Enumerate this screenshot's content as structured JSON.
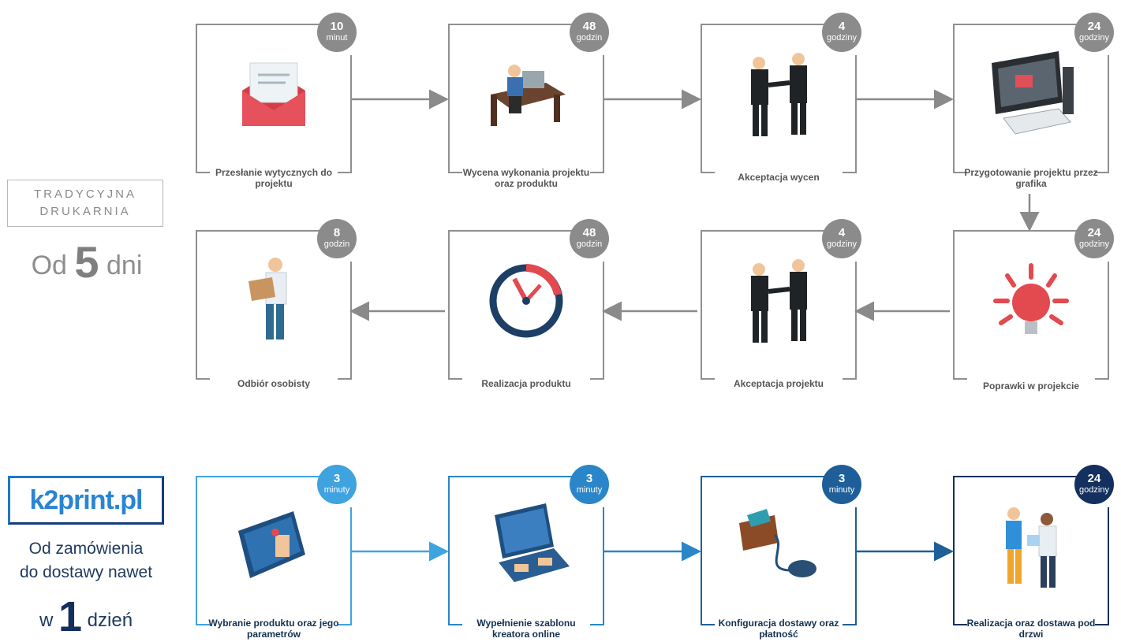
{
  "traditional": {
    "label_line1": "TRADYCYJNA",
    "label_line2": "DRUKARNIA",
    "days_prefix": "Od",
    "days_value": "5",
    "days_suffix": "dni",
    "color": "#8a8a8a"
  },
  "k2print": {
    "logo_text": "k2print.pl",
    "tagline_line1": "Od zamówienia",
    "tagline_line2": "do dostawy nawet",
    "day_prefix": "w",
    "day_value": "1",
    "day_suffix": "dzień"
  },
  "traditional_steps": [
    {
      "caption": "Przesłanie wytycznych do projektu",
      "badge_value": "10",
      "badge_unit": "minut",
      "icon": "envelope-icon"
    },
    {
      "caption": "Wycena wykonania projektu oraz produktu",
      "badge_value": "48",
      "badge_unit": "godzin",
      "icon": "office-desk-icon"
    },
    {
      "caption": "Akceptacja wycen",
      "badge_value": "4",
      "badge_unit": "godziny",
      "icon": "handshake-icon"
    },
    {
      "caption": "Przygotowanie projektu przez grafika",
      "badge_value": "24",
      "badge_unit": "godziny",
      "icon": "computer-icon"
    },
    {
      "caption": "Poprawki w projekcie",
      "badge_value": "24",
      "badge_unit": "godziny",
      "icon": "lightbulb-icon"
    },
    {
      "caption": "Akceptacja projektu",
      "badge_value": "4",
      "badge_unit": "godziny",
      "icon": "handshake-icon"
    },
    {
      "caption": "Realizacja produktu",
      "badge_value": "48",
      "badge_unit": "godzin",
      "icon": "clock-icon"
    },
    {
      "caption": "Odbiór osobisty",
      "badge_value": "8",
      "badge_unit": "godzin",
      "icon": "person-box-icon"
    }
  ],
  "k2_steps": [
    {
      "caption": "Wybranie produktu oraz jego parametrów",
      "badge_value": "3",
      "badge_unit": "minuty",
      "icon": "tablet-icon",
      "color": "#3fa3e0"
    },
    {
      "caption": "Wypełnienie szablonu kreatora online",
      "badge_value": "3",
      "badge_unit": "minuty",
      "icon": "laptop-icon",
      "color": "#2a86c8"
    },
    {
      "caption": "Konfiguracja dostawy oraz płatność",
      "badge_value": "3",
      "badge_unit": "minuty",
      "icon": "wallet-mouse-icon",
      "color": "#1f5f99"
    },
    {
      "caption": "Realizacja oraz dostawa pod drzwi",
      "badge_value": "24",
      "badge_unit": "godziny",
      "icon": "delivery-icon",
      "color": "#13305e"
    }
  ],
  "colors": {
    "gray_frame": "#8f8f8f",
    "gray_badge": "#8b8b8b",
    "k2_light": "#3fa3e0",
    "k2_dark": "#13305e"
  }
}
